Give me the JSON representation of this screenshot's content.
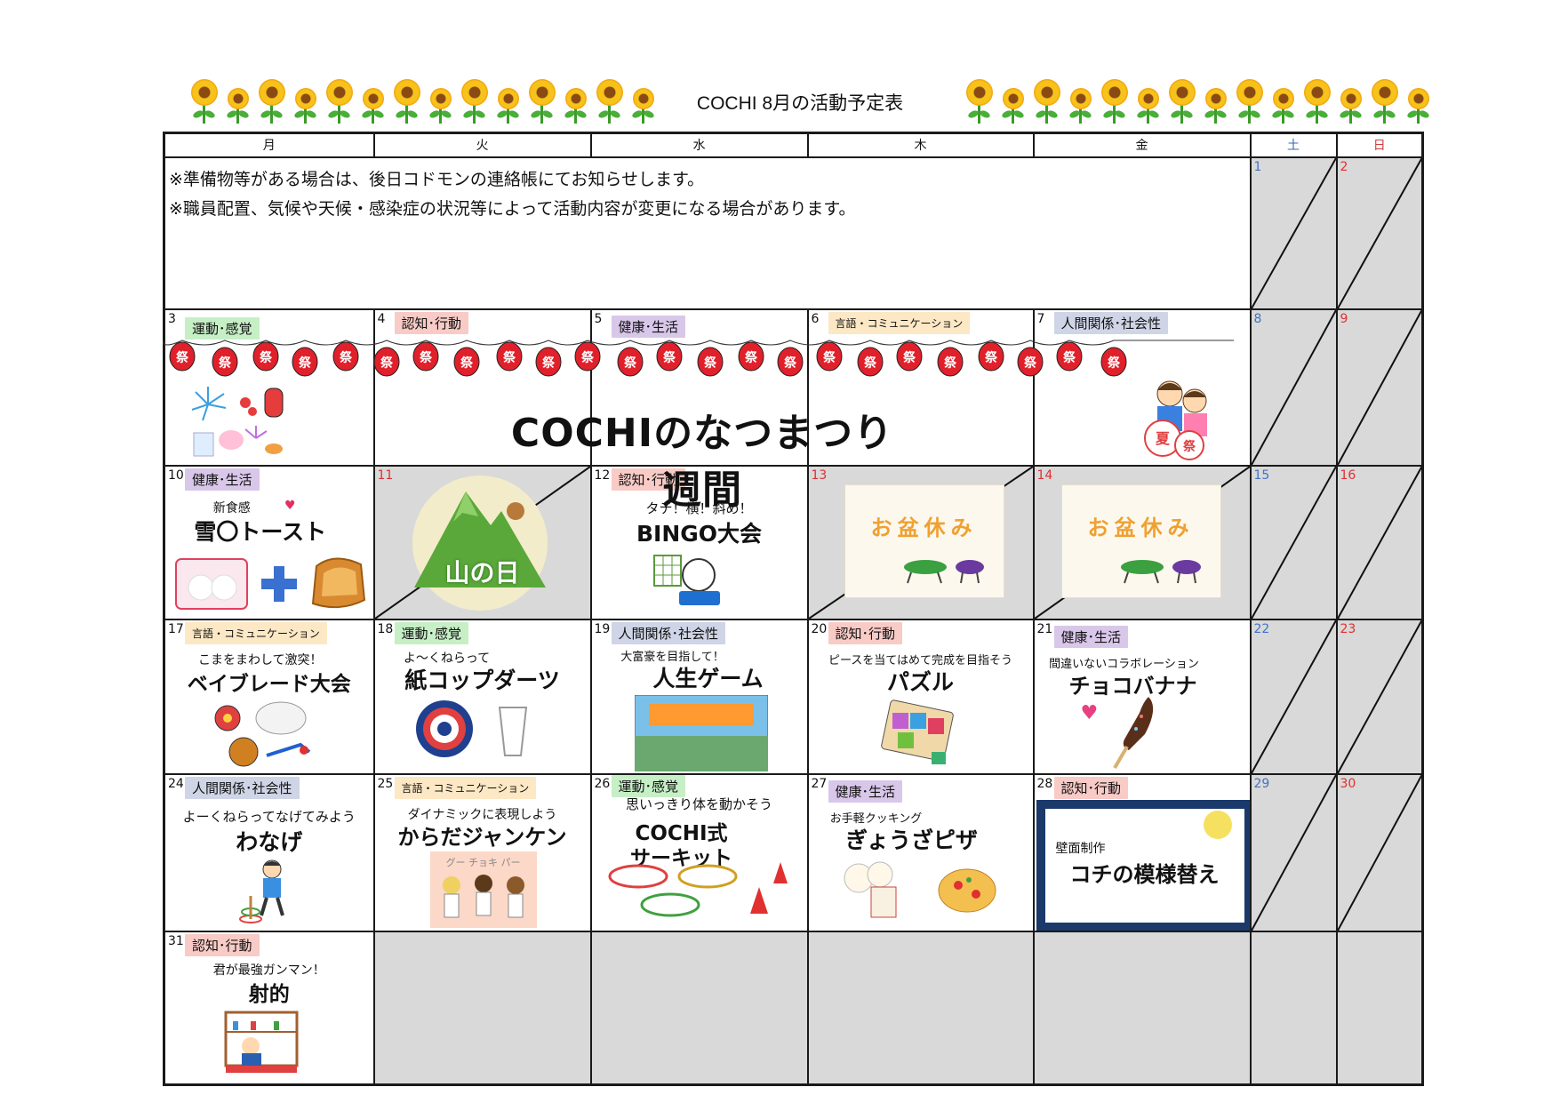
{
  "title": "COCHI 8月の活動予定表",
  "weekdays": [
    "月",
    "火",
    "水",
    "木",
    "金",
    "土",
    "日"
  ],
  "notices": [
    "※準備物等がある場合は、後日コドモンの連絡帳にてお知らせします。",
    "※職員配置、気候や天候・感染症の状況等によって活動内容が変更になる場合があります。"
  ],
  "festival_banner": "COCHIのなつまつり週間",
  "lantern_char": "祭",
  "holiday_label": "山の日",
  "obon_label": "お盆休み",
  "colors": {
    "motor": "#c6efc6",
    "cognitive": "#f8cbc6",
    "health": "#d9c7ea",
    "language": "#fce8c4",
    "social": "#cfd5e6",
    "gray": "#d9d9d9"
  },
  "days": {
    "d1": "1",
    "d2": "2",
    "d3": "3",
    "d4": "4",
    "d5": "5",
    "d6": "6",
    "d7": "7",
    "d8": "8",
    "d9": "9",
    "d10": "10",
    "d11": "11",
    "d12": "12",
    "d13": "13",
    "d14": "14",
    "d15": "15",
    "d16": "16",
    "d17": "17",
    "d18": "18",
    "d19": "19",
    "d20": "20",
    "d21": "21",
    "d22": "22",
    "d23": "23",
    "d24": "24",
    "d25": "25",
    "d26": "26",
    "d27": "27",
    "d28": "28",
    "d29": "29",
    "d30": "30",
    "d31": "31"
  },
  "events": {
    "d3": {
      "tag": "運動･感覚"
    },
    "d4": {
      "tag": "認知･行動"
    },
    "d5": {
      "tag": "健康･生活"
    },
    "d6": {
      "tag": "言語・コミュニケーション"
    },
    "d7": {
      "tag": "人間関係･社会性"
    },
    "d10": {
      "tag": "健康･生活",
      "sub": "新食感",
      "act": "雪〇トースト"
    },
    "d12": {
      "tag": "認知･行動",
      "sub": "タテ！横！斜め！",
      "act": "BINGO大会"
    },
    "d17": {
      "tag": "言語・コミュニケーション",
      "sub": "こまをまわして激突！",
      "act": "ベイブレード大会"
    },
    "d18": {
      "tag": "運動･感覚",
      "sub": "よ～くねらって",
      "act": "紙コップダーツ"
    },
    "d19": {
      "tag": "人間関係･社会性",
      "sub": "大富豪を目指して！",
      "act": "人生ゲーム"
    },
    "d20": {
      "tag": "認知･行動",
      "sub": "ピースを当てはめて完成を目指そう",
      "act": "パズル"
    },
    "d21": {
      "tag": "健康･生活",
      "sub": "間違いないコラボレーション",
      "act": "チョコバナナ"
    },
    "d24": {
      "tag": "人間関係･社会性",
      "sub": "よーくねらってなげてみよう",
      "act": "わなげ"
    },
    "d25": {
      "tag": "言語・コミュニケーション",
      "sub": "ダイナミックに表現しよう",
      "act": "からだジャンケン",
      "jk": "グー チョキ パー"
    },
    "d26": {
      "tag": "運動･感覚",
      "sub": "思いっきり体を動かそう",
      "act": "COCHI式",
      "act2": "サーキット"
    },
    "d27": {
      "tag": "健康･生活",
      "sub": "お手軽クッキング",
      "act": "ぎょうざピザ"
    },
    "d28": {
      "tag": "認知･行動",
      "sub": "壁面制作",
      "act": "コチの模様替え"
    },
    "d31": {
      "tag": "認知･行動",
      "sub": "君が最強ガンマン！",
      "act": "射的"
    }
  }
}
